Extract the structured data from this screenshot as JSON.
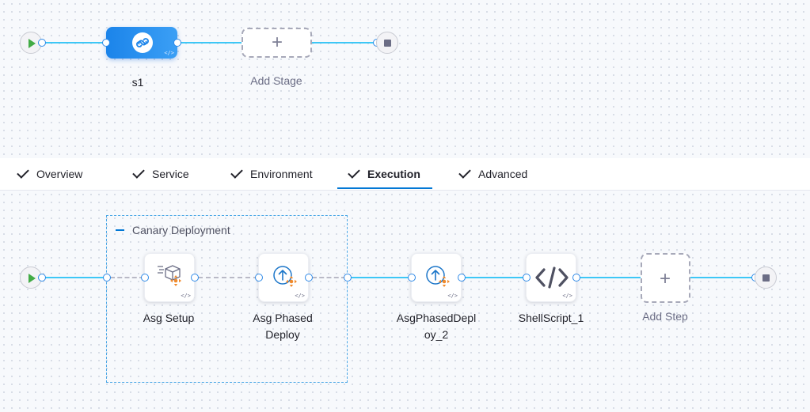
{
  "pipeline": {
    "stages": [
      {
        "name": "s1",
        "type_icon": "deployment-stage-icon"
      }
    ],
    "add_stage_label": "Add Stage"
  },
  "tabs": [
    {
      "label": "Overview",
      "completed": true,
      "active": false
    },
    {
      "label": "Service",
      "completed": true,
      "active": false
    },
    {
      "label": "Environment",
      "completed": true,
      "active": false
    },
    {
      "label": "Execution",
      "completed": true,
      "active": true
    },
    {
      "label": "Advanced",
      "completed": true,
      "active": false
    }
  ],
  "execution": {
    "group": {
      "title": "Canary Deployment",
      "steps": [
        {
          "label_line1": "Asg Setup",
          "label_line2": "",
          "icon": "asg-setup-icon"
        },
        {
          "label_line1": "Asg Phased",
          "label_line2": "Deploy",
          "icon": "asg-phased-deploy-icon"
        }
      ]
    },
    "steps": [
      {
        "label_line1": "AsgPhasedDepl",
        "label_line2": "oy_2",
        "icon": "asg-phased-deploy-icon"
      },
      {
        "label_line1": "ShellScript_1",
        "label_line2": "",
        "icon": "code-icon"
      }
    ],
    "add_step_label": "Add Step"
  },
  "code_badge": "</>",
  "add_symbol": "+",
  "colors": {
    "accent": "#0278d5",
    "connector": "#3dc7f6",
    "start": "#42ab45",
    "stage_gradient_start": "#1b84ea",
    "stage_gradient_end": "#3b9ff5",
    "step_icon_orange": "#f08a2c"
  }
}
